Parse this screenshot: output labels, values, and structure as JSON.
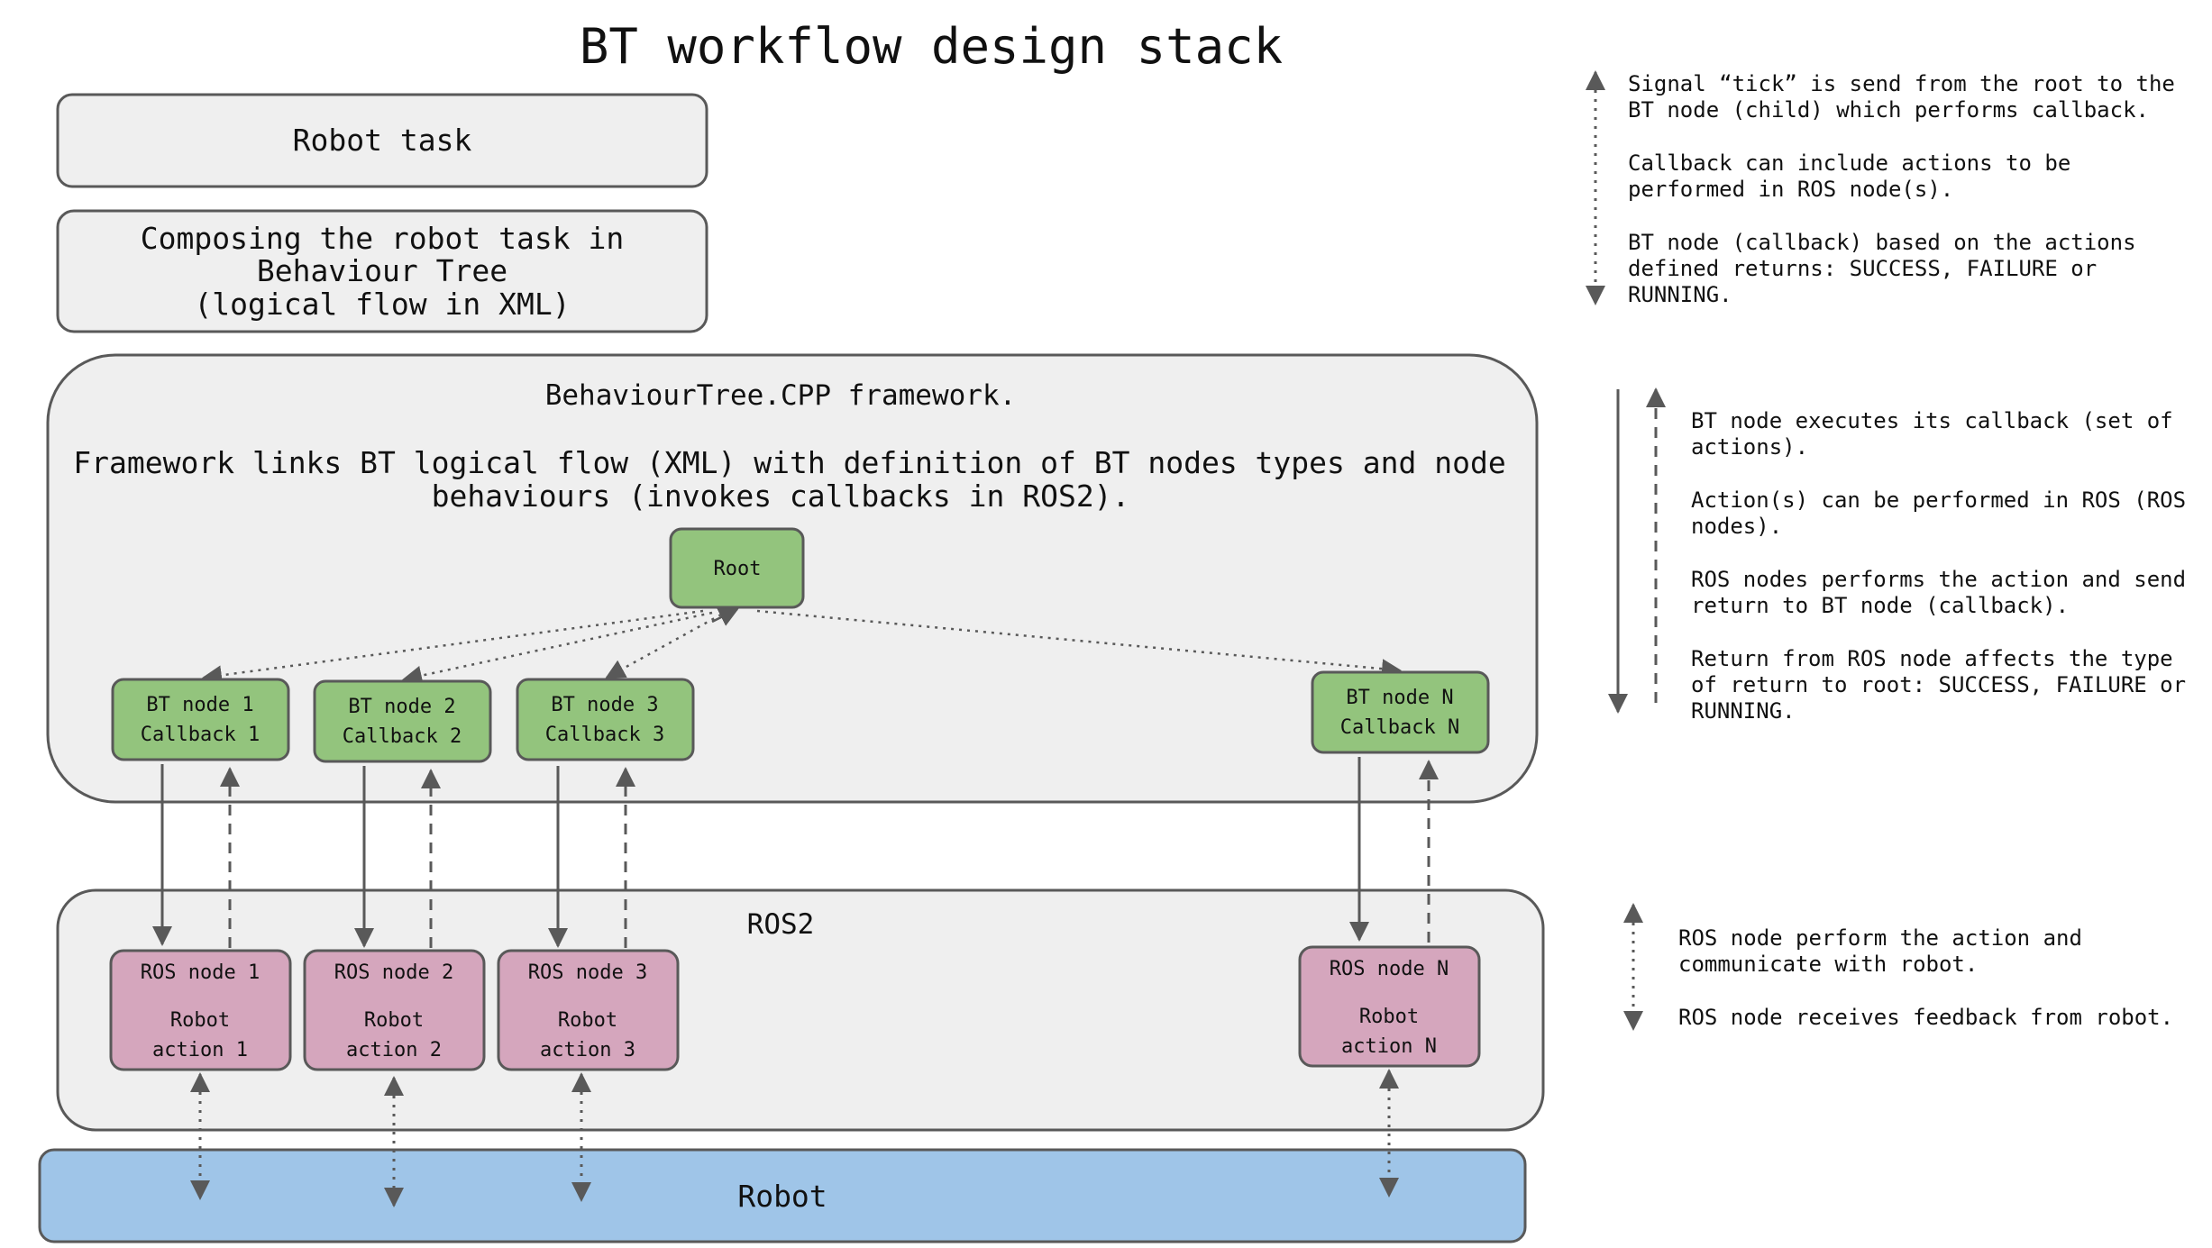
{
  "title": "BT workflow design stack",
  "robot_task": {
    "label": "Robot task"
  },
  "composing": {
    "lines": [
      "Composing the robot task in",
      "Behaviour Tree",
      "(logical flow in XML)"
    ]
  },
  "framework": {
    "heading": "BehaviourTree.CPP framework.",
    "description": [
      "Framework links BT logical flow (XML) with definition of BT nodes types and node",
      "behaviours (invokes callbacks in ROS2)."
    ],
    "root_label": "Root",
    "bt_nodes": [
      {
        "line1": "BT node 1",
        "line2": "Callback 1"
      },
      {
        "line1": "BT node 2",
        "line2": "Callback 2"
      },
      {
        "line1": "BT node 3",
        "line2": "Callback 3"
      },
      {
        "line1": "BT node N",
        "line2": "Callback N"
      }
    ]
  },
  "ros2": {
    "label": "ROS2",
    "nodes": [
      {
        "line1": "ROS node 1",
        "line2": "Robot",
        "line3": "action 1"
      },
      {
        "line1": "ROS node 2",
        "line2": "Robot",
        "line3": "action 2"
      },
      {
        "line1": "ROS node 3",
        "line2": "Robot",
        "line3": "action 3"
      },
      {
        "line1": "ROS node N",
        "line2": "Robot",
        "line3": "action N"
      }
    ]
  },
  "robot": {
    "label": "Robot"
  },
  "notes": {
    "tick": [
      "Signal “tick” is send from the root to the",
      "BT node (child) which performs callback.",
      "",
      "Callback can include actions to be",
      "performed in ROS node(s).",
      "",
      "BT node (callback) based on the actions",
      "defined returns: SUCCESS, FAILURE or",
      "RUNNING."
    ],
    "callback": [
      "BT node executes its callback (set of",
      "actions).",
      "",
      "Action(s) can be performed in ROS (ROS",
      "nodes).",
      "",
      "ROS nodes performs the action and send",
      "return to BT node (callback).",
      "",
      "Return from ROS node affects the type",
      "of return to root: SUCCESS, FAILURE or",
      "RUNNING."
    ],
    "robot_comm": [
      "ROS node perform the action and",
      "communicate with robot.",
      "",
      "ROS node receives feedback from robot."
    ]
  },
  "colors": {
    "panel_fill": "#efefef",
    "panel_stroke": "#595959",
    "bt_node_fill": "#93c47d",
    "ros_node_fill": "#d5a6bd",
    "robot_fill": "#9fc5e8",
    "arrow": "#595959"
  }
}
